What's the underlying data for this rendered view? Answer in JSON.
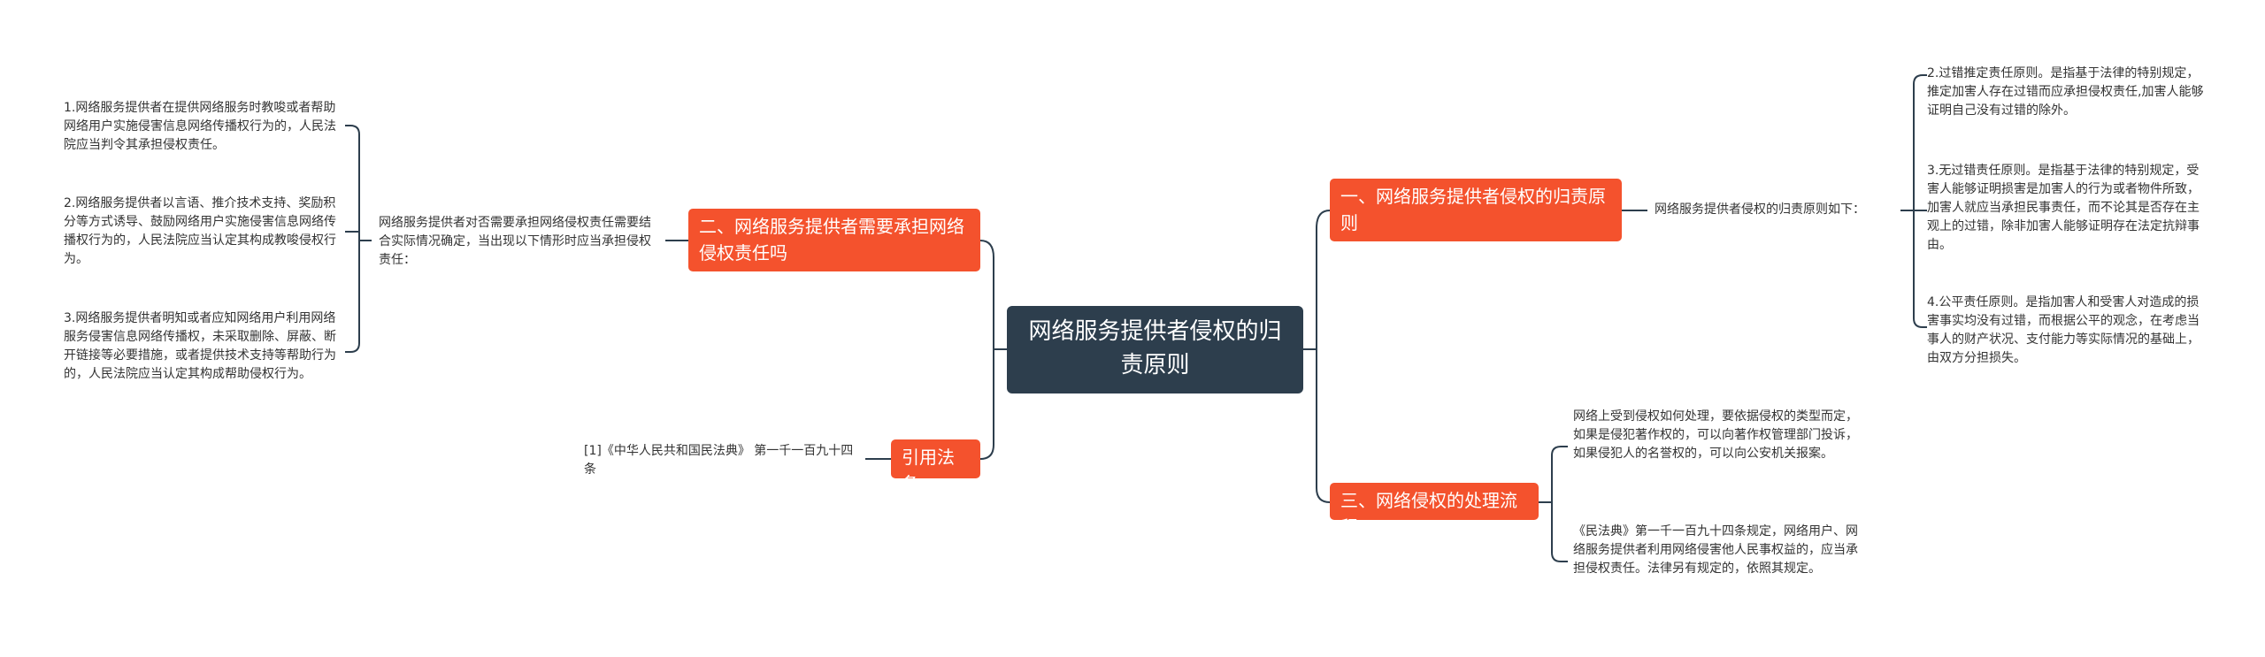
{
  "root": {
    "title": "网络服务提供者侵权的归责原则"
  },
  "branches": {
    "b1": {
      "label": "一、网络服务提供者侵权的归责原则",
      "intro": "网络服务提供者侵权的归责原则如下：",
      "items": [
        "2.过错推定责任原则。是指基于法律的特别规定，推定加害人存在过错而应承担侵权责任,加害人能够证明自己没有过错的除外。",
        "3.无过错责任原则。是指基于法律的特别规定，受害人能够证明损害是加害人的行为或者物件所致，加害人就应当承担民事责任，而不论其是否存在主观上的过错，除非加害人能够证明存在法定抗辩事由。",
        "4.公平责任原则。是指加害人和受害人对造成的损害事实均没有过错，而根据公平的观念，在考虑当事人的财产状况、支付能力等实际情况的基础上，由双方分担损失。"
      ]
    },
    "b2": {
      "label": "二、网络服务提供者需要承担网络侵权责任吗",
      "intro": "网络服务提供者对否需要承担网络侵权责任需要结合实际情况确定，当出现以下情形时应当承担侵权责任：",
      "items": [
        "1.网络服务提供者在提供网络服务时教唆或者帮助网络用户实施侵害信息网络传播权行为的，人民法院应当判令其承担侵权责任。",
        "2.网络服务提供者以言语、推介技术支持、奖励积分等方式诱导、鼓励网络用户实施侵害信息网络传播权行为的，人民法院应当认定其构成教唆侵权行为。",
        "3.网络服务提供者明知或者应知网络用户利用网络服务侵害信息网络传播权，未采取删除、屏蔽、断开链接等必要措施，或者提供技术支持等帮助行为的，人民法院应当认定其构成帮助侵权行为。"
      ]
    },
    "b3": {
      "label": "引用法条",
      "items": [
        "[1]《中华人民共和国民法典》 第一千一百九十四条"
      ]
    },
    "b4": {
      "label": "三、网络侵权的处理流程",
      "items": [
        "网络上受到侵权如何处理，要依据侵权的类型而定，如果是侵犯著作权的，可以向著作权管理部门投诉，如果侵犯人的名誉权的，可以向公安机关报案。",
        "《民法典》第一千一百九十四条规定，网络用户、网络服务提供者利用网络侵害他人民事权益的，应当承担侵权责任。法律另有规定的，依照其规定。"
      ]
    }
  },
  "colors": {
    "root_bg": "#2d3e4d",
    "branch_bg": "#f4522d",
    "connector": "#2d3e4d",
    "text": "#333333"
  }
}
